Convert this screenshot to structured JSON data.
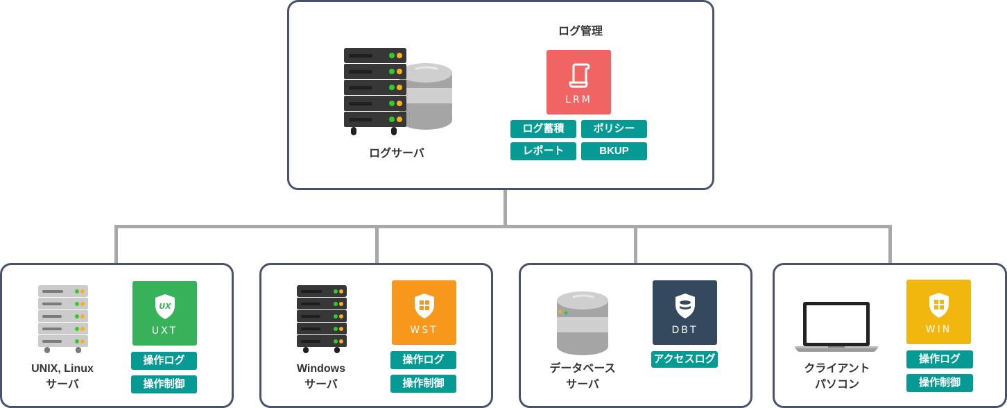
{
  "colors": {
    "box_border": "#48536b",
    "connector": "#a8a8a8",
    "tag_bg": "#069a94",
    "lrm": "#f06464",
    "uxt": "#38b15b",
    "wst": "#f7981d",
    "dbt": "#34495e",
    "win": "#f2b70f"
  },
  "log_server": {
    "device_label": "ログサーバ",
    "section_title": "ログ管理",
    "product": {
      "name": "LRM",
      "icon": "scroll-icon"
    },
    "tags": [
      "ログ蓄積",
      "ポリシー",
      "レポート",
      "BKUP"
    ]
  },
  "clients": [
    {
      "device_label_line1": "UNIX, Linux",
      "device_label_line2": "サーバ",
      "device_icon": "light-server-rack-icon",
      "product": {
        "name": "UXT",
        "icon": "ux-shield-icon"
      },
      "tags": [
        "操作ログ",
        "操作制御"
      ]
    },
    {
      "device_label_line1": "Windows",
      "device_label_line2": "サーバ",
      "device_icon": "dark-server-rack-icon",
      "product": {
        "name": "WST",
        "icon": "windows-shield-icon"
      },
      "tags": [
        "操作ログ",
        "操作制御"
      ]
    },
    {
      "device_label_line1": "データベース",
      "device_label_line2": "サーバ",
      "device_icon": "database-icon",
      "product": {
        "name": "DBT",
        "icon": "database-shield-icon"
      },
      "tags": [
        "アクセスログ"
      ]
    },
    {
      "device_label_line1": "クライアント",
      "device_label_line2": "パソコン",
      "device_icon": "laptop-icon",
      "product": {
        "name": "WIN",
        "icon": "windows-shield-icon"
      },
      "tags": [
        "操作ログ",
        "操作制御"
      ]
    }
  ]
}
